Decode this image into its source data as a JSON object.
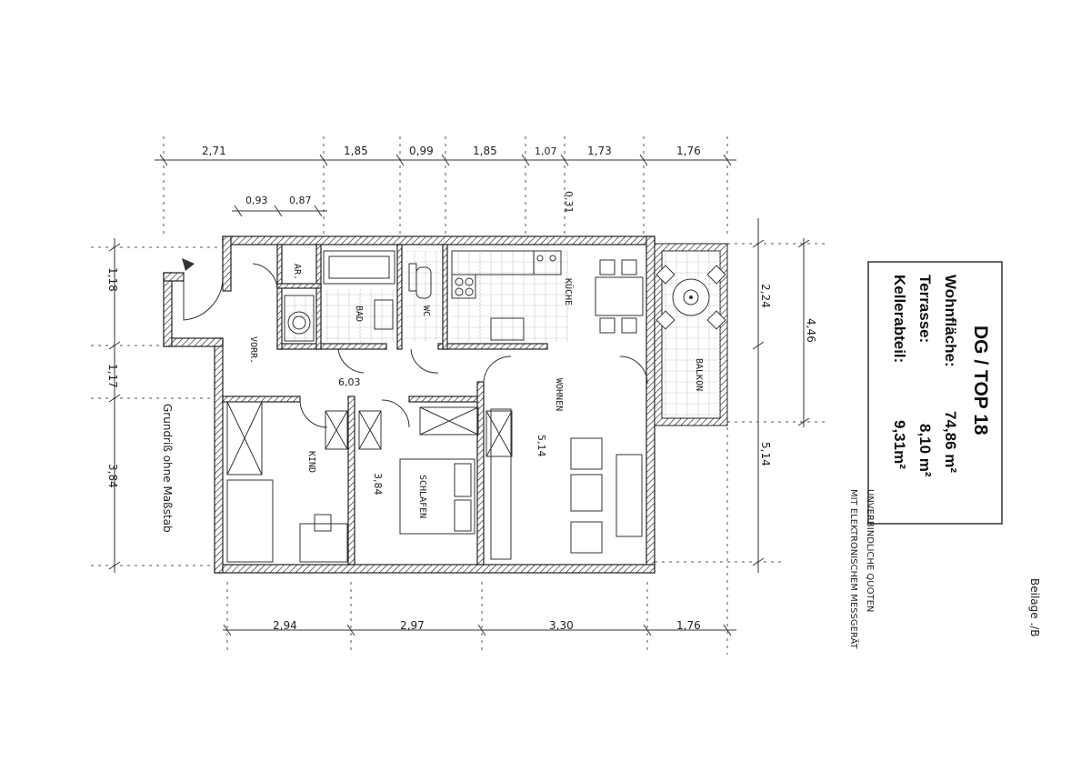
{
  "info_box": {
    "title": "DG / TOP 18",
    "lines": [
      {
        "label": "Wohnfläche:",
        "value": "74,86 m²"
      },
      {
        "label": "Terrasse:",
        "value": "8,10 m²"
      },
      {
        "label": "Kellerabteil:",
        "value": "9,31m²"
      }
    ]
  },
  "note": {
    "line1": "UNVERBINDLICHE QUOTEN",
    "line2": "MIT ELEKTRONISCHEM MESSGERÄT"
  },
  "attachment": "Beilage ./B",
  "scale_note": "Grundriß ohne Maßstab",
  "rooms": {
    "ar": "AR.",
    "bad": "BAD",
    "wc": "WC",
    "kueche": "KÜCHE",
    "vorr": "VORR.",
    "wohnen": "WOHNEN",
    "balkon": "BALKON",
    "kind": "KIND",
    "schlafen": "SCHLAFEN"
  },
  "dimensions": {
    "top": [
      "2,71",
      "1,85",
      "0,99",
      "1,85",
      "1,07",
      "1,73",
      "1,76"
    ],
    "top_sub": [
      "0,93",
      "0,87"
    ],
    "top_note": "0,31",
    "bottom": [
      "2,94",
      "2,97",
      "3,30",
      "1,76"
    ],
    "left": [
      "1,18",
      "1,17",
      "3,84"
    ],
    "right": [
      "2,24",
      "4,46",
      "5,14"
    ],
    "inner": {
      "vorr_width": "6,03",
      "wohnen_depth": "5,14",
      "schlafen_depth": "3,84"
    }
  }
}
